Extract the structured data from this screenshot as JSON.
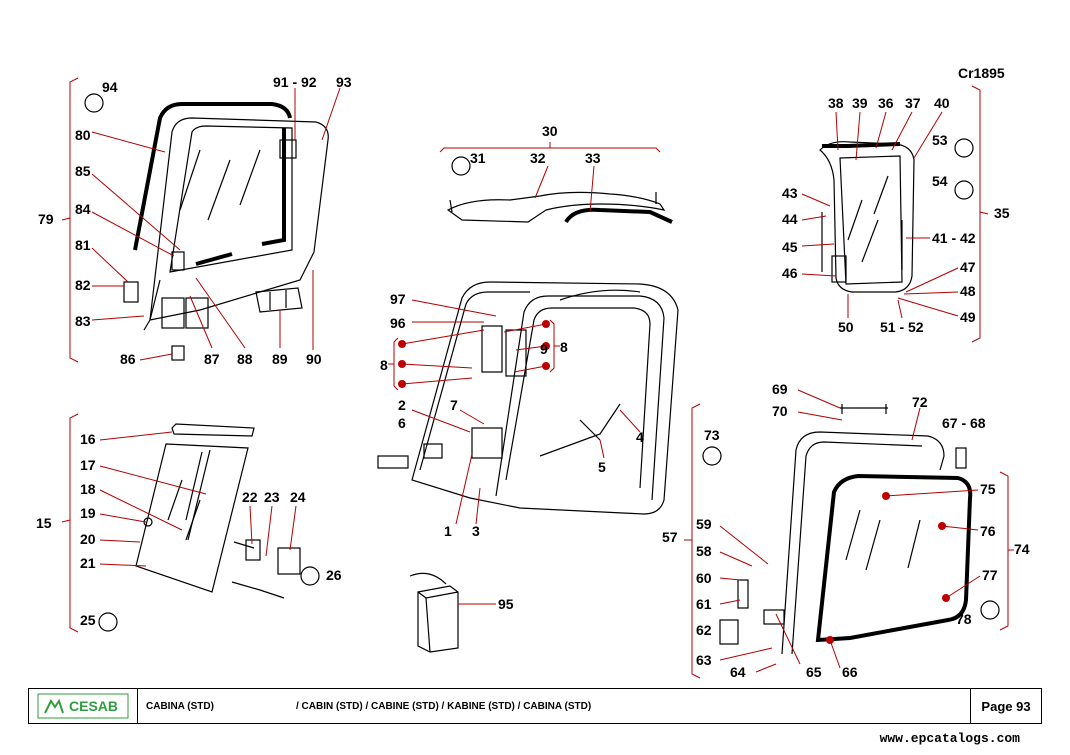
{
  "catalog_code": "Cr1895",
  "labels": {
    "n1": "1",
    "n2": "2",
    "n3": "3",
    "n4": "4",
    "n5": "5",
    "n6": "6",
    "n7": "7",
    "n8a": "8",
    "n8b": "8",
    "n9": "9",
    "n15": "15",
    "n16": "16",
    "n17": "17",
    "n18": "18",
    "n19": "19",
    "n20": "20",
    "n21": "21",
    "n22": "22",
    "n23": "23",
    "n24": "24",
    "n25": "25",
    "n26": "26",
    "n30": "30",
    "n31": "31",
    "n32": "32",
    "n33": "33",
    "n35": "35",
    "n36": "36",
    "n37": "37",
    "n38": "38",
    "n39": "39",
    "n40": "40",
    "n41_42": "41 - 42",
    "n43": "43",
    "n44": "44",
    "n45": "45",
    "n46": "46",
    "n47": "47",
    "n48": "48",
    "n49": "49",
    "n50": "50",
    "n51_52": "51 - 52",
    "n53": "53",
    "n54": "54",
    "n57": "57",
    "n58": "58",
    "n59": "59",
    "n60": "60",
    "n61": "61",
    "n62": "62",
    "n63": "63",
    "n64": "64",
    "n65": "65",
    "n66": "66",
    "n67_68": "67 - 68",
    "n69": "69",
    "n70": "70",
    "n72": "72",
    "n73": "73",
    "n74": "74",
    "n75": "75",
    "n76": "76",
    "n77": "77",
    "n78": "78",
    "n79": "79",
    "n80": "80",
    "n81": "81",
    "n82": "82",
    "n83": "83",
    "n84": "84",
    "n85": "85",
    "n86": "86",
    "n87": "87",
    "n88": "88",
    "n89": "89",
    "n90": "90",
    "n91_92": "91 - 92",
    "n93": "93",
    "n94": "94",
    "n95": "95",
    "n96": "96",
    "n97": "97"
  },
  "footer": {
    "brand": "CESAB",
    "title": "CABINA (STD)",
    "translations": "/ CABIN (STD) / CABINE (STD) / KABINE (STD) / CABINA (STD)",
    "page": "Page 93"
  },
  "website": "www.epcatalogs.com",
  "colors": {
    "leader": "#b30000",
    "logo_green": "#2e9e3e"
  }
}
